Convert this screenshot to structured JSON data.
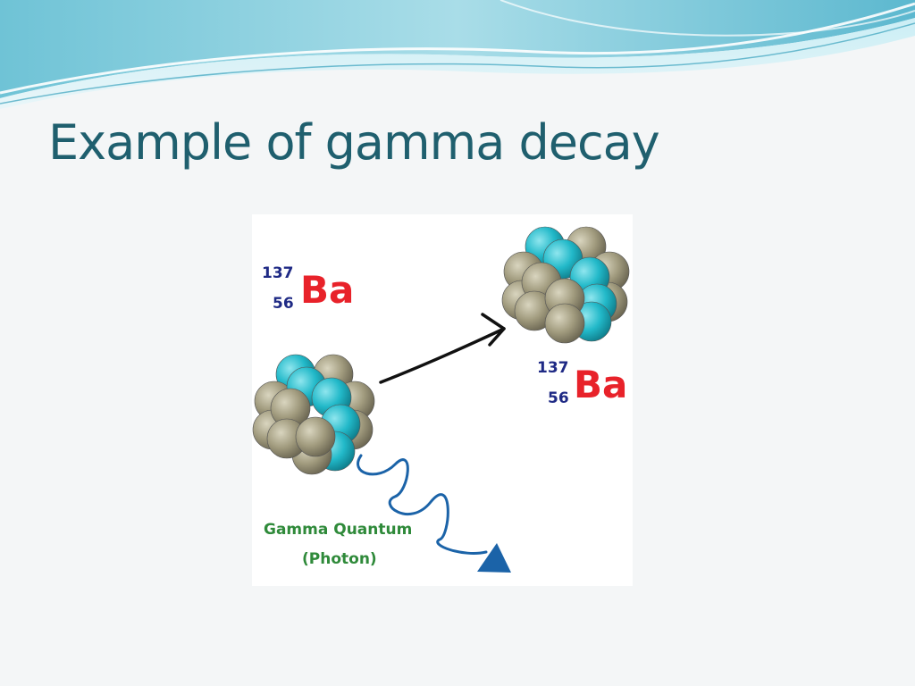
{
  "slide": {
    "title": "Example of gamma decay"
  },
  "diagram": {
    "parent_nucleus": {
      "mass_number": "137",
      "atomic_number": "56",
      "symbol": "Ba"
    },
    "product_nucleus": {
      "mass_number": "137",
      "atomic_number": "56",
      "symbol": "Ba"
    },
    "emission": {
      "line1": "Gamma Quantum",
      "line2": "(Photon)"
    }
  },
  "colors": {
    "title": "#1f5f6e",
    "nucleon_gray": "#9c9679",
    "nucleon_cyan": "#1fb7c8",
    "symbol_red": "#e8222a",
    "number_blue": "#1f2a85",
    "gamma_green": "#2f8a3a",
    "photon_blue": "#1b63a8"
  }
}
